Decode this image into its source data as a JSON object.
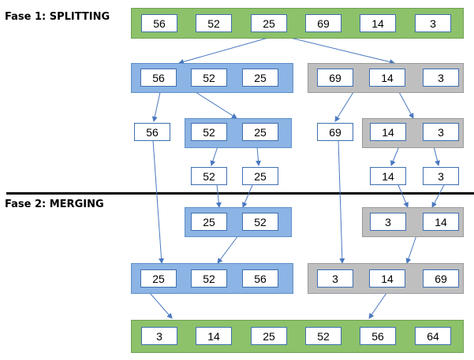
{
  "phase1_label": "Fase 1: SPLITTING",
  "phase2_label": "Fase 2: MERGING",
  "row1": [
    "56",
    "52",
    "25",
    "69",
    "14",
    "3"
  ],
  "row2_left": [
    "56",
    "52",
    "25"
  ],
  "row2_right": [
    "69",
    "14",
    "3"
  ],
  "row3_single_left": "56",
  "row3_left_pair": [
    "52",
    "25"
  ],
  "row3_single_right": "69",
  "row3_right_pair": [
    "14",
    "3"
  ],
  "row4_left": [
    "52",
    "25"
  ],
  "row4_right": [
    "14",
    "3"
  ],
  "row5_left": [
    "25",
    "52"
  ],
  "row5_right": [
    "3",
    "14"
  ],
  "row6_left": [
    "25",
    "52",
    "56"
  ],
  "row6_right": [
    "3",
    "14",
    "69"
  ],
  "row7": [
    "3",
    "14",
    "25",
    "52",
    "56",
    "64"
  ],
  "colors": {
    "green": "#8dc26b",
    "blue": "#8cb4e4",
    "gray": "#bfbfbf",
    "arrow": "#4a78c0"
  }
}
